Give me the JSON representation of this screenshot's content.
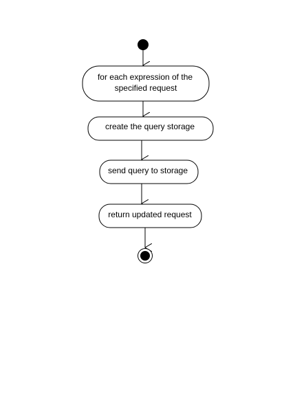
{
  "diagram": {
    "type": "uml-activity",
    "line_color": "#000000",
    "node_fill": "#ffffff",
    "start_node": {
      "name": "initial-node"
    },
    "end_node": {
      "name": "final-node"
    },
    "actions": [
      {
        "lines": [
          "for each expression of the",
          "specified request"
        ]
      },
      {
        "lines": [
          "create the query storage"
        ]
      },
      {
        "lines": [
          "send query to storage"
        ]
      },
      {
        "lines": [
          "return updated request"
        ]
      }
    ]
  }
}
